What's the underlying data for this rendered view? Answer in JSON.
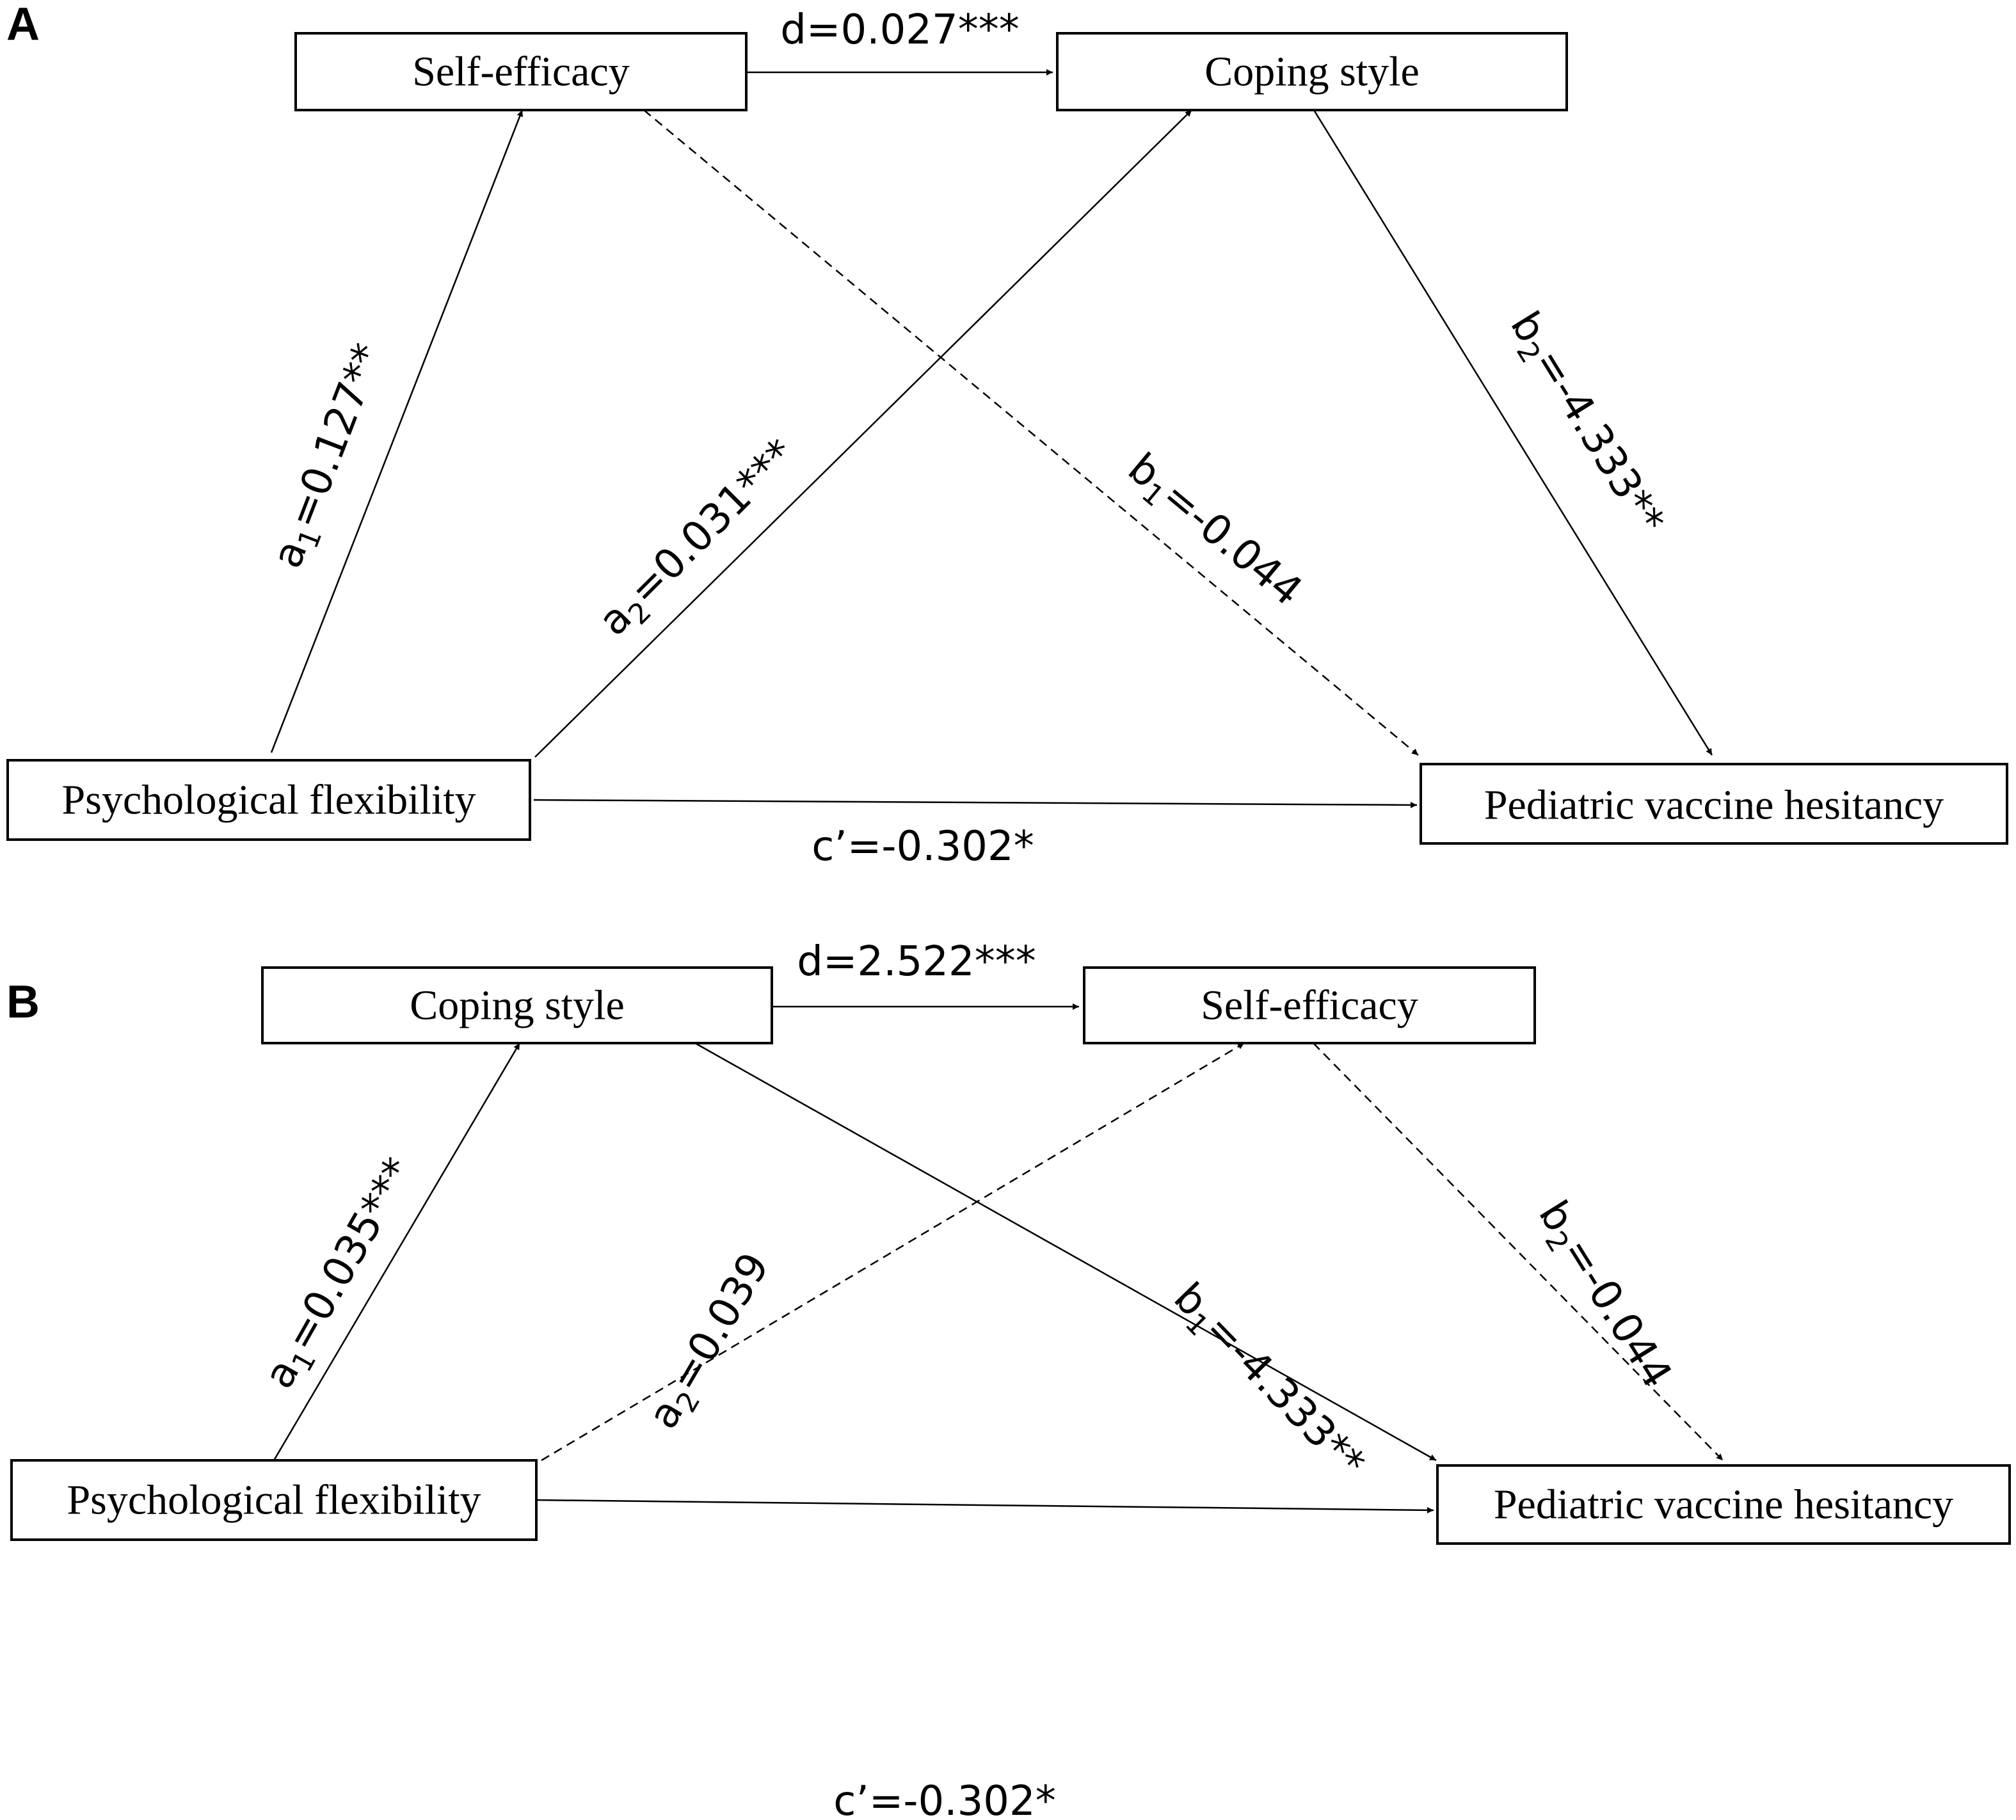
{
  "panel_a": {
    "label": "A",
    "boxes": {
      "self_efficacy": "Self-efficacy",
      "coping_style": "Coping style",
      "psych_flex": "Psychological flexibility",
      "vaccine_hesitancy": "Pediatric vaccine hesitancy"
    },
    "paths": {
      "d": "d=0.027***",
      "a1_prefix": "a",
      "a1_sub": "1",
      "a1_value": "=0.127**",
      "a2_prefix": "a",
      "a2_sub": "2",
      "a2_value": "=0.031***",
      "b1_prefix": "b",
      "b1_sub": "1",
      "b1_value": "=-0.044",
      "b2_prefix": "b",
      "b2_sub": "2",
      "b2_value": "=-4.333**",
      "c_prime": "c’=-0.302*"
    }
  },
  "panel_b": {
    "label": "B",
    "boxes": {
      "coping_style": "Coping style",
      "self_efficacy": "Self-efficacy",
      "psych_flex": "Psychological flexibility",
      "vaccine_hesitancy": "Pediatric vaccine hesitancy"
    },
    "paths": {
      "d": "d=2.522***",
      "a1_prefix": "a",
      "a1_sub": "1",
      "a1_value": "=0.035***",
      "a2_prefix": "a",
      "a2_sub": "2",
      "a2_value": "=0.039",
      "b1_prefix": "b",
      "b1_sub": "1",
      "b1_value": "=-4.333**",
      "b2_prefix": "b",
      "b2_sub": "2",
      "b2_value": "=-0.044",
      "c_prime": "c’=-0.302*"
    }
  }
}
